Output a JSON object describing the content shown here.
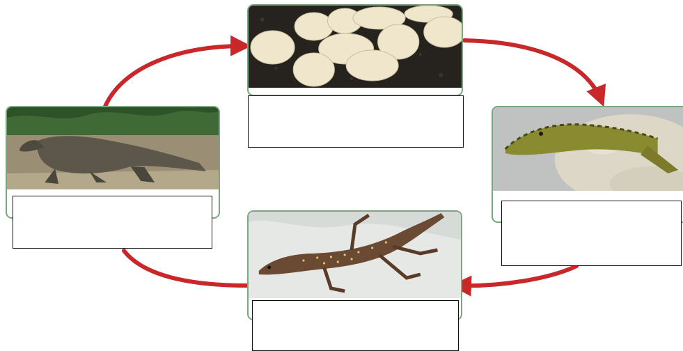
{
  "cycle": {
    "stages": [
      {
        "id": "eggs",
        "image": "monitor-lizard-eggs-photo",
        "label": ""
      },
      {
        "id": "hatchling",
        "image": "hatchling-in-gloved-hand-photo",
        "label": ""
      },
      {
        "id": "juvenile",
        "image": "juvenile-lizard-photo",
        "label": ""
      },
      {
        "id": "adult",
        "image": "adult-komodo-dragon-photo",
        "label": ""
      }
    ],
    "arrow_color": "#c8282a"
  }
}
